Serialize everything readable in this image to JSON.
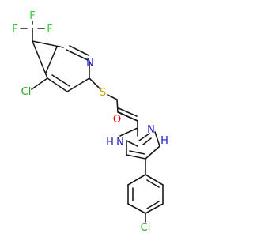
{
  "atoms": {
    "F_left": "F",
    "F_right": "F",
    "F_top": "F",
    "Cl_pyridine": "Cl",
    "N_pyridine": "N",
    "S": "S",
    "O": "O",
    "N_amide": "N",
    "H_amide": "H",
    "N_pyrazole": "N",
    "H_pyrazole": "H",
    "Cl_phenyl": "Cl"
  },
  "colors": {
    "bond": "#1a1a1a",
    "carbon": "#1a1a1a",
    "fluorine": "#33cc33",
    "chlorine": "#22aa22",
    "nitrogen": "#1a1acc",
    "oxygen": "#e01010",
    "sulfur": "#c8a000",
    "hydrogen": "#1a1acc"
  }
}
